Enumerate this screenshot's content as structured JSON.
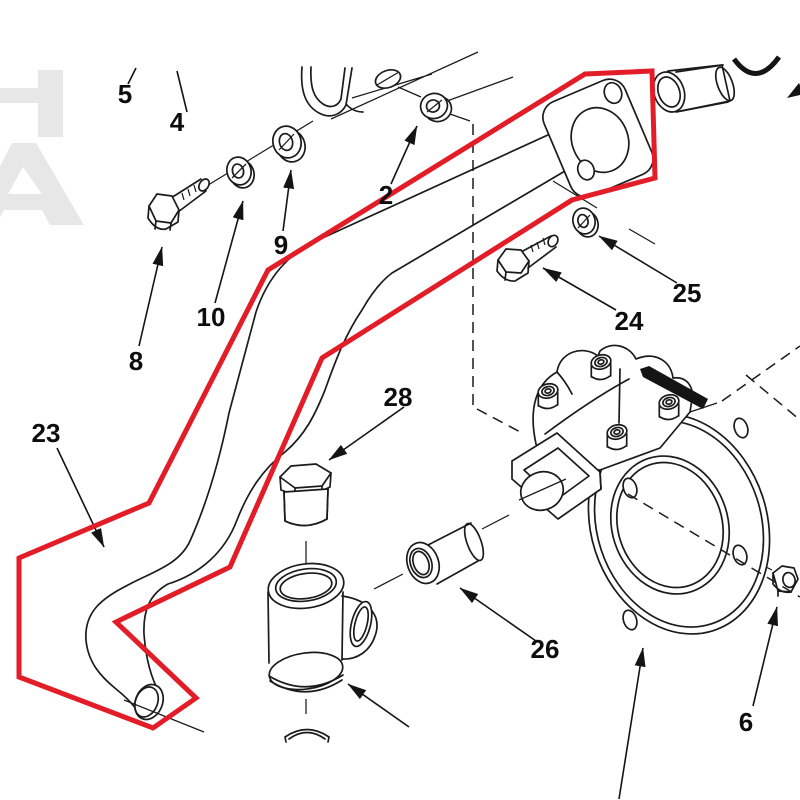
{
  "app": {
    "type": "exploded-parts-diagram",
    "background": "#ffffff"
  },
  "diagram": {
    "description": "Exploded parts diagram of a pump and tube assembly with part 23 (bent tube) highlighted in red",
    "highlight_color": "#e31d28",
    "line_color": "#1b1b1b",
    "highlighted_callout": "23",
    "watermark": {
      "color": "#e7e7e7",
      "letters": {
        "0": "H",
        "1": "A"
      }
    },
    "callouts": [
      {
        "id": "5"
      },
      {
        "id": "4"
      },
      {
        "id": "2"
      },
      {
        "id": "9"
      },
      {
        "id": "10"
      },
      {
        "id": "8"
      },
      {
        "id": "23"
      },
      {
        "id": "24"
      },
      {
        "id": "25"
      },
      {
        "id": "28"
      },
      {
        "id": "26"
      },
      {
        "id": "6"
      }
    ]
  }
}
